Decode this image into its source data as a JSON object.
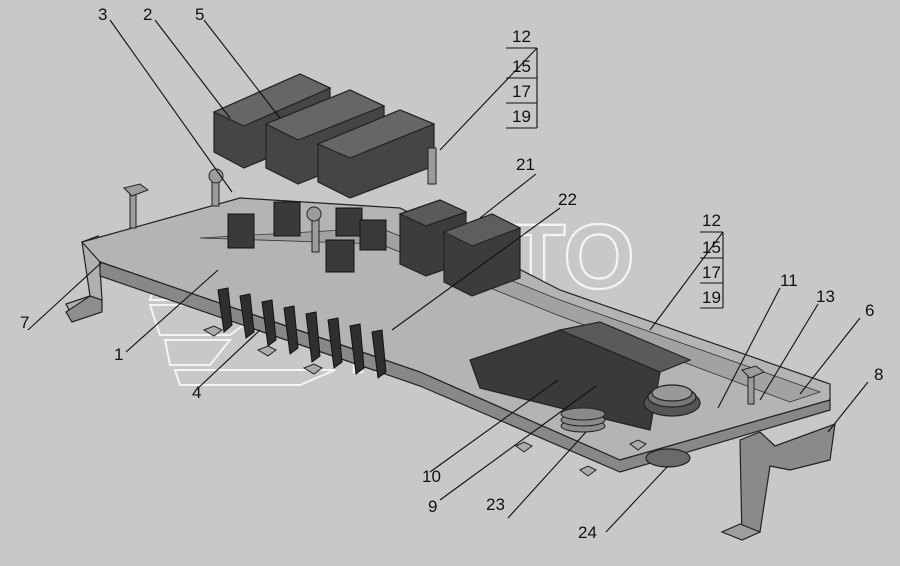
{
  "labels": [
    "1",
    "2",
    "3",
    "4",
    "5",
    "6",
    "7",
    "8",
    "9",
    "10",
    "11",
    "12",
    "13",
    "15",
    "17",
    "19",
    "21",
    "22",
    "23",
    "24"
  ],
  "callouts": {
    "c1": "1",
    "c2": "2",
    "c3": "3",
    "c4": "4",
    "c5": "5",
    "c6": "6",
    "c7": "7",
    "c8": "8",
    "c9": "9",
    "c10": "10",
    "c11": "11",
    "c13": "13",
    "c21": "21",
    "c22": "22",
    "c23": "23",
    "c24": "24"
  },
  "stack_top": [
    "12",
    "15",
    "17",
    "19"
  ],
  "stack_mid": [
    "12",
    "15",
    "17",
    "19"
  ],
  "watermark": {
    "line1": "АВТО",
    "line2": "КАБЕЛС"
  },
  "colors": {
    "background": "#c8c8c8",
    "metal": "#a9a9a9",
    "dark": "#3c3c3c",
    "relay": "#4a4a4a"
  }
}
